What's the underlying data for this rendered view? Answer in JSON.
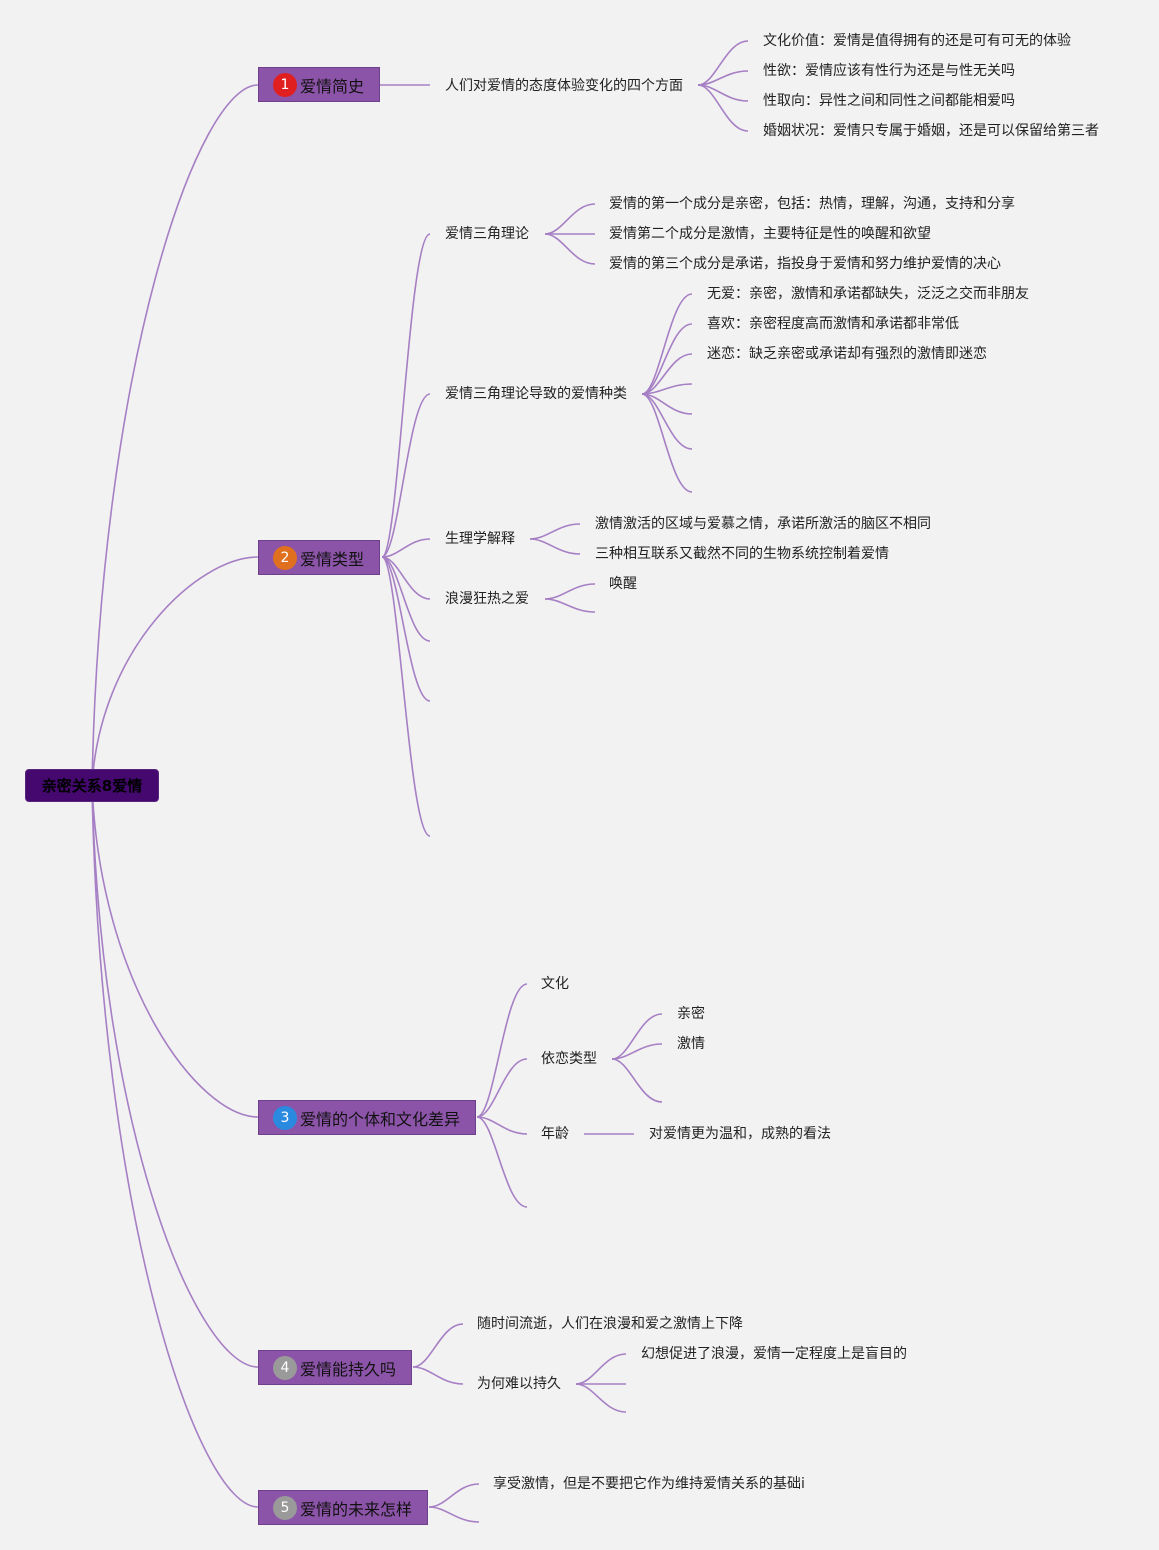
{
  "root": {
    "label": "亲密关系8爱情"
  },
  "branches": [
    {
      "num": "1",
      "color": "#e02020",
      "label": "爱情简史"
    },
    {
      "num": "2",
      "color": "#e07020",
      "label": "爱情类型"
    },
    {
      "num": "3",
      "color": "#2a8ae0",
      "label": "爱情的个体和文化差异"
    },
    {
      "num": "4",
      "color": "#9a9a9a",
      "label": "爱情能持久吗"
    },
    {
      "num": "5",
      "color": "#9a9a9a",
      "label": "爱情的未来怎样"
    }
  ],
  "history": {
    "aspects": "人们对爱情的态度体验变化的四个方面",
    "items": [
      "文化价值：爱情是值得拥有的还是可有可无的体验",
      "性欲：爱情应该有性行为还是与性无关吗",
      "性取向：异性之间和同性之间都能相爱吗",
      "婚姻状况：爱情只专属于婚姻，还是可以保留给第三者"
    ]
  },
  "types": {
    "triangle": {
      "label": "爱情三角理论",
      "items": [
        "爱情的第一个成分是亲密，包括：热情，理解，沟通，支持和分享",
        "爱情第二个成分是激情，主要特征是性的唤醒和欲望",
        "爱情的第三个成分是承诺，指投身于爱情和努力维护爱情的决心"
      ]
    },
    "kinds": {
      "label": "爱情三角理论导致的爱情种类",
      "items": [
        "无爱：亲密，激情和承诺都缺失，泛泛之交而非朋友",
        "喜欢：亲密程度高而激情和承诺都非常低",
        "迷恋：缺乏亲密或承诺却有强烈的激情即迷恋"
      ]
    },
    "physiology": {
      "label": "生理学解释",
      "items": [
        "激情激活的区域与爱慕之情，承诺所激活的脑区不相同",
        "三种相互联系又截然不同的生物系统控制着爱情"
      ]
    },
    "romantic": {
      "label": "浪漫狂热之爱",
      "items": [
        "唤醒"
      ]
    }
  },
  "diff": {
    "culture": "文化",
    "attachment": {
      "label": "依恋类型",
      "items": [
        "亲密",
        "激情"
      ]
    },
    "age": {
      "label": "年龄",
      "item": "对爱情更为温和，成熟的看法"
    }
  },
  "last": {
    "decline": "随时间流逝，人们在浪漫和爱之激情上下降",
    "why": {
      "label": "为何难以持久",
      "items": [
        "幻想促进了浪漫，爱情一定程度上是盲目的"
      ]
    }
  },
  "future": {
    "items": [
      "享受激情，但是不要把它作为维持爱情关系的基础i"
    ]
  },
  "colors": {
    "line": "#a67fc4",
    "root": "#44086e",
    "branch": "#8c54a8"
  }
}
